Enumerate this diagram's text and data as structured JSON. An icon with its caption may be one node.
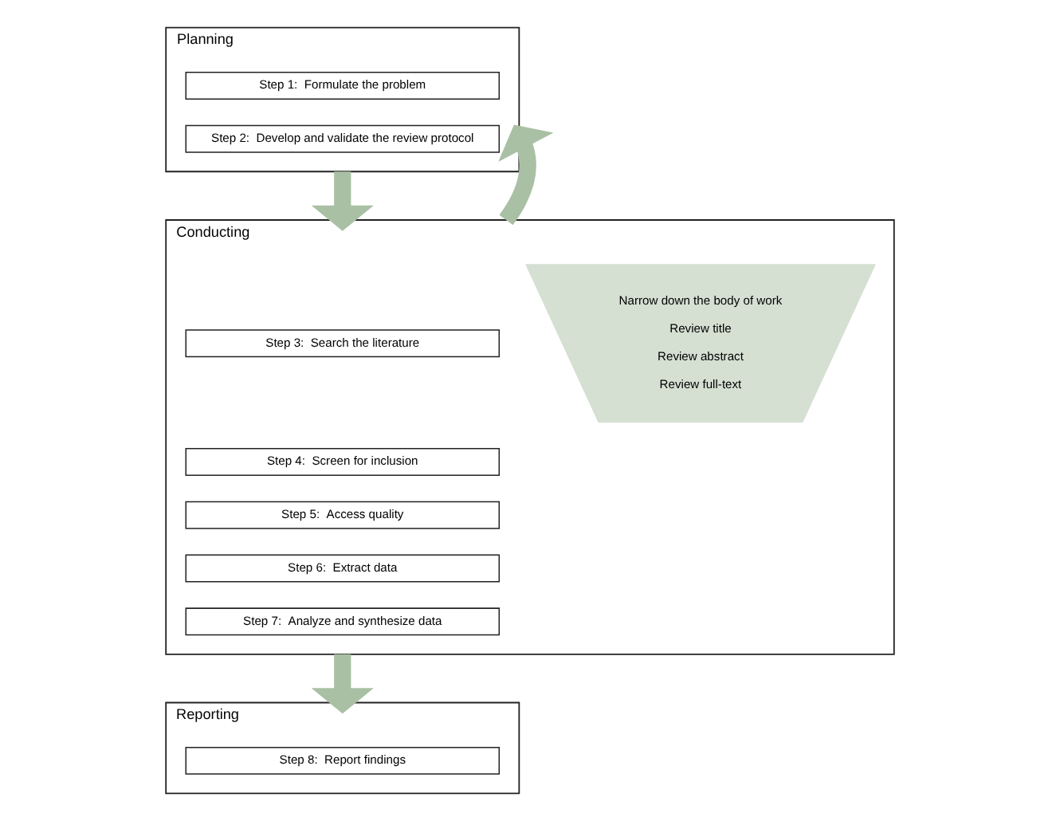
{
  "diagram": {
    "nodes": [
      {
        "text": [
          "Planning"
        ]
      },
      {
        "text": [
          "Step 1:  Formulate the problem"
        ],
        "in": 0
      },
      {
        "text": [
          "Step 2:  Develop and validate the review protocol"
        ],
        "in": 0
      },
      {
        "text": [
          "Conducting"
        ]
      },
      {
        "text": [
          "Step 3:  Search the literature"
        ],
        "in": 3
      },
      {
        "text": [
          "Step 4:  Screen for inclusion"
        ],
        "in": 3
      },
      {
        "text": [
          "Step 5:  Access quality"
        ],
        "in": 3
      },
      {
        "text": [
          "Step 6:  Extract data"
        ],
        "in": 3
      },
      {
        "text": [
          "Step 7:  Analyze and synthesize data"
        ],
        "in": 3
      },
      {
        "text": [
          "Narrow down the body of work",
          "Review title",
          "Review abstract",
          "Review full-text"
        ],
        "in": 3
      },
      {
        "text": [
          "Reporting"
        ]
      },
      {
        "text": [
          "Step 8:  Report findings"
        ],
        "in": 10
      }
    ],
    "edges": [
      {
        "from": 0,
        "to": 3,
        "arrow": "to"
      },
      {
        "from": 3,
        "to": 10,
        "arrow": "to"
      },
      {
        "from": 3,
        "to": 0,
        "arrow": "to"
      }
    ]
  }
}
